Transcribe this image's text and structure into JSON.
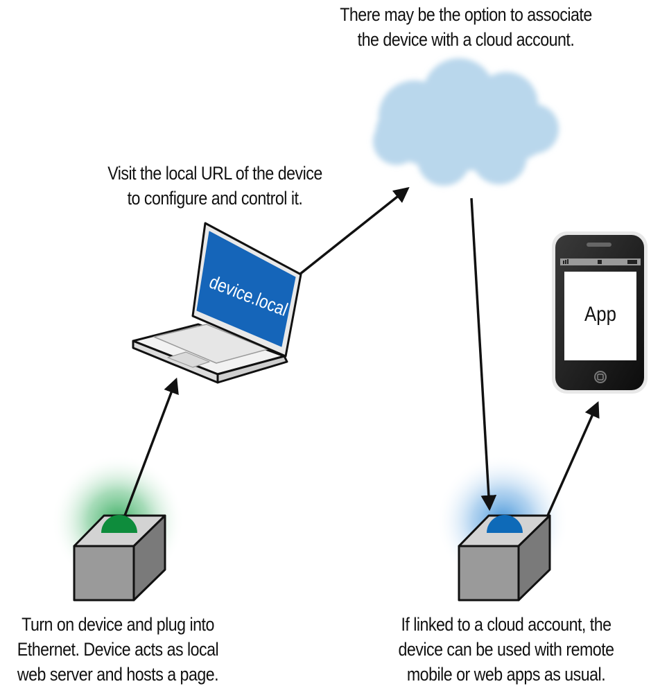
{
  "captions": {
    "cloud": [
      "There may be the option to associate",
      "the device with a cloud account."
    ],
    "laptop": [
      "Visit the local URL of the device",
      "to configure and control it."
    ],
    "device_left": [
      "Turn on device and plug into",
      "Ethernet. Device acts as local",
      "web server and hosts a page."
    ],
    "device_right": [
      "If linked to a cloud account, the",
      "device can be used with remote",
      "mobile or web apps as usual."
    ]
  },
  "laptop_screen_text": "device.local",
  "phone_screen_text": "App",
  "colors": {
    "cloud_fill": "#b9d7ec",
    "laptop_screen": "#1565b9",
    "left_led": "#0e8c3c",
    "left_glow": "#31a95a",
    "right_led": "#0e6ab8",
    "right_glow": "#3b8fd6",
    "device_front": "#9a9a9a",
    "device_top": "#d3d3d3",
    "device_side": "#7a7a7a"
  }
}
